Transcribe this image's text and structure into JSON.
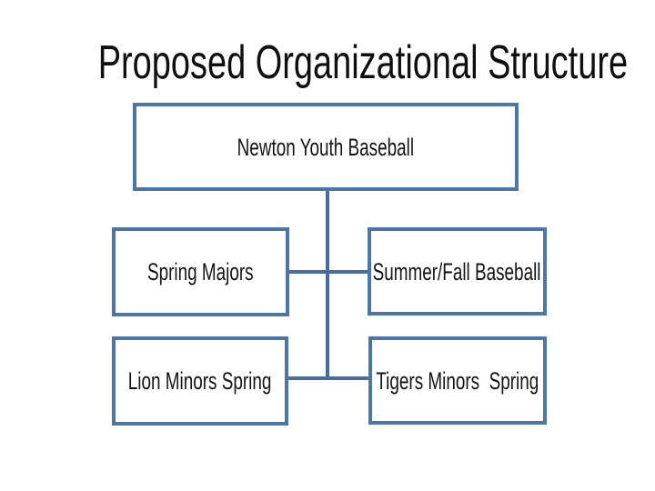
{
  "slide": {
    "title": "Proposed Organizational Structure",
    "background_color": "#ffffff",
    "title_color": "#0f0f0f"
  },
  "diagram": {
    "type": "org-chart",
    "box_border_color": "#4d76a8",
    "connector_color": "#476c9e",
    "box_fill_color": "#ffffff",
    "text_color": "#141414",
    "nodes": [
      {
        "id": "root",
        "label": "Newton Youth Baseball",
        "row": 0,
        "col": "center",
        "parent": null
      },
      {
        "id": "spring-majors",
        "label": "Spring Majors",
        "row": 1,
        "col": "left",
        "parent": "root"
      },
      {
        "id": "summer-fall",
        "label": "Summer/Fall Baseball",
        "row": 1,
        "col": "right",
        "parent": "root"
      },
      {
        "id": "lion-minors",
        "label": "Lion Minors Spring",
        "row": 2,
        "col": "left",
        "parent": "root"
      },
      {
        "id": "tigers-minors",
        "label": "Tigers Minors  Spring",
        "row": 2,
        "col": "right",
        "parent": "root"
      }
    ],
    "connectors": [
      {
        "id": "trunk",
        "kind": "vertical",
        "from": "root",
        "to": "row-connectors"
      },
      {
        "id": "row-1-link",
        "kind": "horizontal",
        "from": "spring-majors",
        "to": "summer-fall"
      },
      {
        "id": "row-2-link",
        "kind": "horizontal",
        "from": "lion-minors",
        "to": "tigers-minors"
      }
    ]
  }
}
